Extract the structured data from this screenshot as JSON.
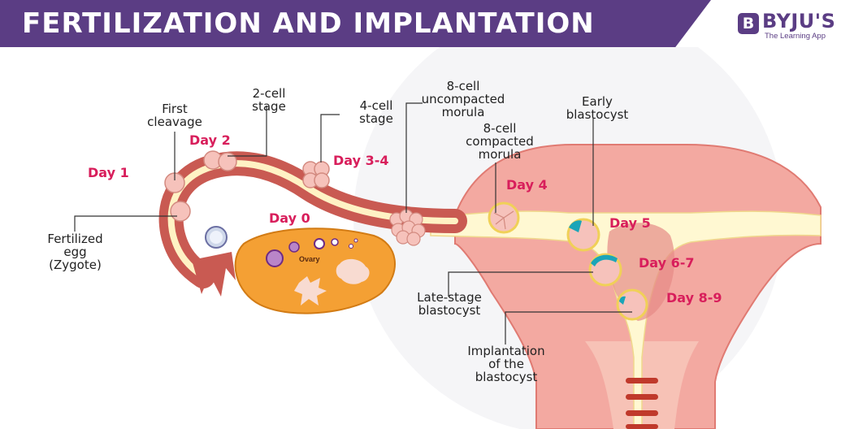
{
  "header": {
    "title": "FERTILIZATION AND IMPLANTATION",
    "banner_color": "#5b3d84"
  },
  "logo": {
    "mark": "B",
    "name": "BYJU'S",
    "tagline": "The Learning App"
  },
  "diagram": {
    "day_labels": [
      "Day 1",
      "Day 2",
      "Day 3-4",
      "Day 0",
      "Day 4",
      "Day 5",
      "Day 6-7",
      "Day 8-9"
    ],
    "stage_labels": [
      "First\ncleavage",
      "2-cell\nstage",
      "4-cell\nstage",
      "8-cell\nuncompacted\nmorula",
      "8-cell\ncompacted\nmorula",
      "Early\nblastocyst",
      "Fertilized\negg\n(Zygote)",
      "Late-stage\nblastocyst",
      "Implantation\nof the\nblastocyst"
    ],
    "ovary_label": "Ovary",
    "colors": {
      "day_label": "#d81e5b",
      "uterus": "#f3a9a1",
      "tube": "#c95a52",
      "lining": "#fff8d2",
      "ovary": "#f4a034",
      "embryo": "#f6c2bb",
      "trophoblast": "#1ba5b8"
    }
  }
}
